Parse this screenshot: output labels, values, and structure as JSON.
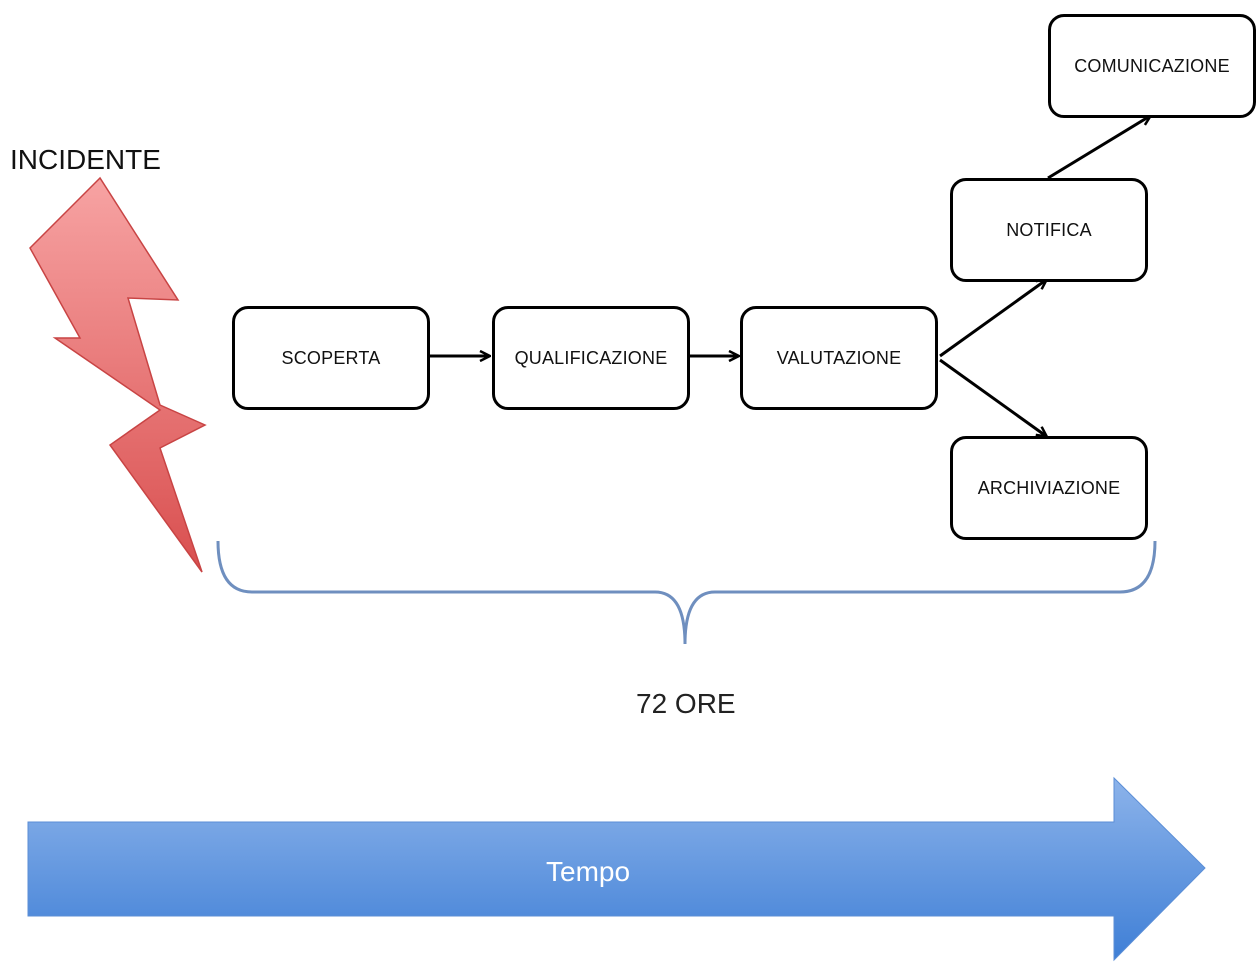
{
  "incident_label": "INCIDENTE",
  "steps": {
    "scoperta": "SCOPERTA",
    "qualificazione": "QUALIFICAZIONE",
    "valutazione": "VALUTAZIONE",
    "notifica": "NOTIFICA",
    "comunicazione": "COMUNICAZIONE",
    "archiviazione": "ARCHIVIAZIONE"
  },
  "duration_label": "72 ORE",
  "timeline_label": "Tempo",
  "colors": {
    "lightning_top": "#f7a3a3",
    "lightning_bottom": "#d94f4f",
    "brace": "#6f8fbf",
    "arrow_top": "#8cb3ea",
    "arrow_bottom": "#3f7fd6"
  }
}
